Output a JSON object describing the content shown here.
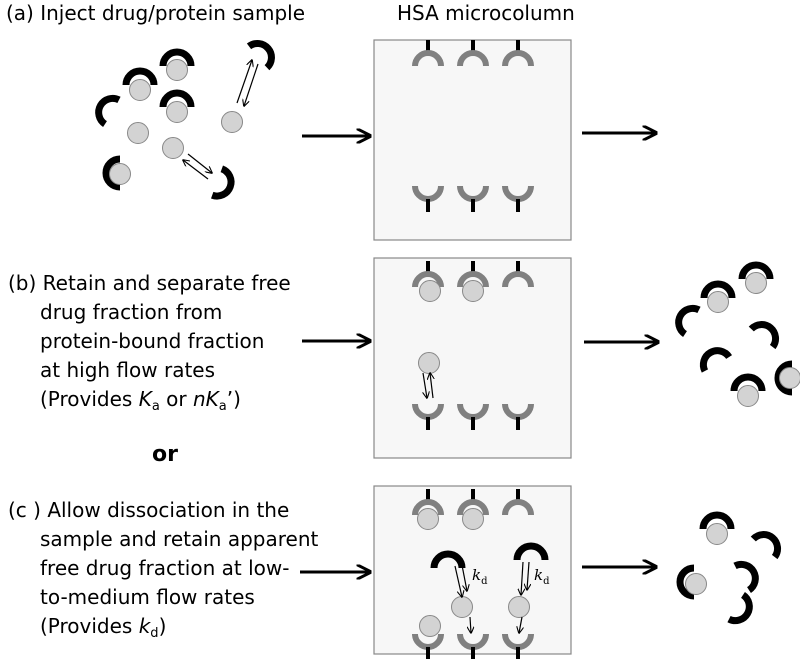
{
  "column_title": "HSA microcolumn",
  "step_a": {
    "text": "(a) Inject drug/protein sample"
  },
  "step_b": {
    "lines": [
      "(b) Retain and separate free",
      "drug fraction from",
      "protein-bound fraction",
      "at high flow rates"
    ],
    "provides_prefix": "(Provides ",
    "ka_K": "K",
    "ka_sub": "a",
    "or_word": " or ",
    "nka_n": "nK",
    "nka_sub": "a",
    "nka_tail": "’)"
  },
  "or_label": "or",
  "step_c": {
    "lines": [
      "(c ) Allow dissociation in the",
      "sample and retain apparent",
      "free drug fraction at low-",
      "to-medium flow rates"
    ],
    "provides_prefix": "(Provides ",
    "kd_k": "k",
    "kd_sub": "d",
    "provides_suffix": ")"
  },
  "kd_label_k": "k",
  "kd_label_sub": "d",
  "colors": {
    "ligand": "#808080",
    "protein": "#000000",
    "drug_fill": "#d3d3d3",
    "box_fill": "#f7f7f7"
  }
}
